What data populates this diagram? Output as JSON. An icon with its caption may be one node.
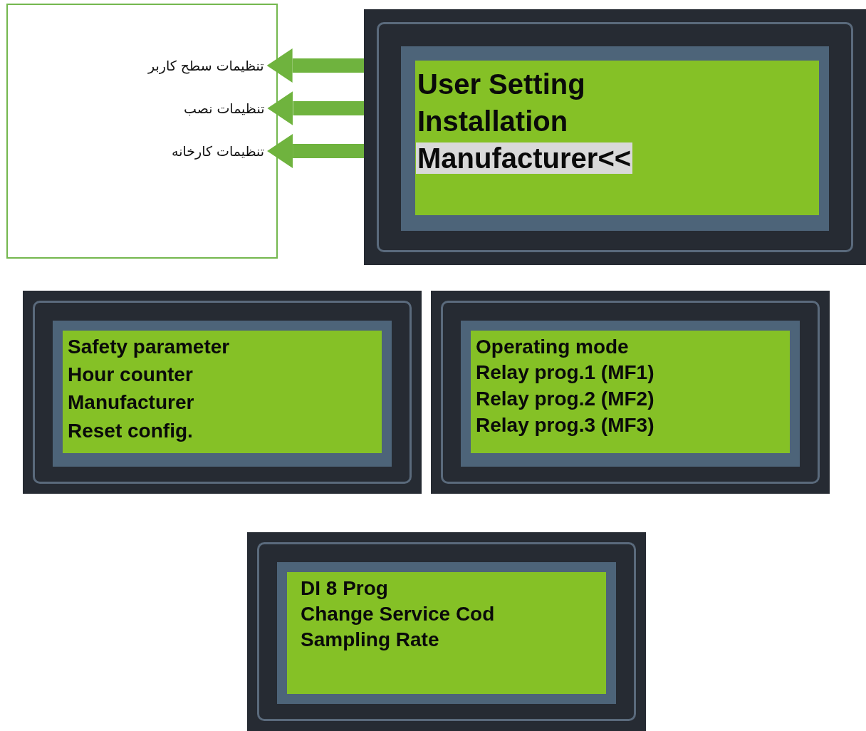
{
  "diagram": {
    "nodes": [
      {
        "text": [],
        "shape": "box"
      },
      {
        "text": [
          "تنظیمات سطح کاربر"
        ],
        "in": 0
      },
      {
        "text": [
          "تنظیمات نصب"
        ],
        "in": 0
      },
      {
        "text": [
          "تنظیمات کارخانه"
        ],
        "in": 0
      },
      {
        "text": [],
        "shape": "box"
      },
      {
        "text": [
          "User Setting"
        ],
        "in": 4
      },
      {
        "text": [
          "Installation"
        ],
        "in": 4
      },
      {
        "text": [
          "Manufacturer<<"
        ],
        "in": 4
      },
      {
        "text": [],
        "shape": "box"
      },
      {
        "text": [
          "Safety parameter"
        ],
        "in": 8
      },
      {
        "text": [
          "Hour counter"
        ],
        "in": 8
      },
      {
        "text": [
          "Manufacturer"
        ],
        "in": 8
      },
      {
        "text": [
          "Reset config."
        ],
        "in": 8
      },
      {
        "text": [],
        "shape": "box"
      },
      {
        "text": [
          "Operating mode"
        ],
        "in": 13
      },
      {
        "text": [
          "Relay prog.1 (MF1)"
        ],
        "in": 13
      },
      {
        "text": [
          "Relay prog.2 (MF2)"
        ],
        "in": 13
      },
      {
        "text": [
          "Relay prog.3 (MF3)"
        ],
        "in": 13
      },
      {
        "text": [],
        "shape": "box"
      },
      {
        "text": [
          "DI 8 Prog"
        ],
        "in": 18
      },
      {
        "text": [
          "Change Service Cod"
        ],
        "in": 18
      },
      {
        "text": [
          "Sampling Rate"
        ],
        "in": 18
      }
    ],
    "edges": [
      {
        "from": 4,
        "to": 1,
        "arrow": "to"
      },
      {
        "from": 4,
        "to": 2,
        "arrow": "to"
      },
      {
        "from": 4,
        "to": 3,
        "arrow": "to"
      }
    ]
  }
}
